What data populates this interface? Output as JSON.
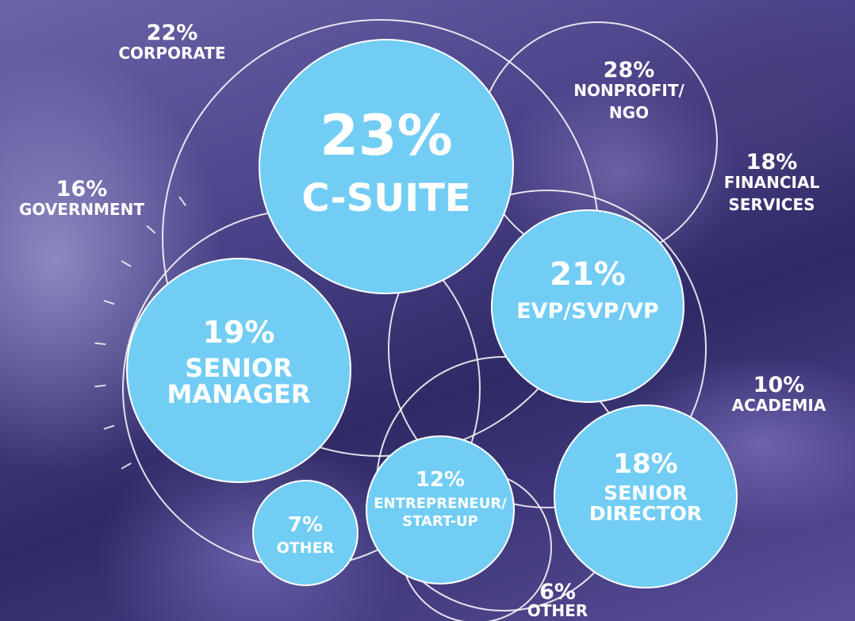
{
  "chart_data": [
    {
      "type": "bubble",
      "subject": "position",
      "series": [
        {
          "category": "C-SUITE",
          "value": 23,
          "value_label": "23%",
          "name_lines": [
            "C-SUITE"
          ],
          "color": "#72cdf4"
        },
        {
          "category": "EVP/SVP/VP",
          "value": 21,
          "value_label": "21%",
          "name_lines": [
            "EVP/SVP/VP"
          ],
          "color": "#72cdf4"
        },
        {
          "category": "SENIOR MANAGER",
          "value": 19,
          "value_label": "19%",
          "name_lines": [
            "SENIOR",
            "MANAGER"
          ],
          "color": "#72cdf4"
        },
        {
          "category": "SENIOR DIRECTOR",
          "value": 18,
          "value_label": "18%",
          "name_lines": [
            "SENIOR",
            "DIRECTOR"
          ],
          "color": "#72cdf4"
        },
        {
          "category": "ENTREPRENEUR/START-UP",
          "value": 12,
          "value_label": "12%",
          "name_lines": [
            "ENTREPRENEUR/",
            "START-UP"
          ],
          "color": "#72cdf4"
        },
        {
          "category": "OTHER",
          "value": 7,
          "value_label": "7%",
          "name_lines": [
            "OTHER"
          ],
          "color": "#72cdf4"
        }
      ]
    },
    {
      "type": "bubble-outline",
      "subject": "sector",
      "series": [
        {
          "category": "NONPROFIT/NGO",
          "value": 28,
          "value_label": "28%",
          "name_lines": [
            "NONPROFIT/",
            "NGO"
          ]
        },
        {
          "category": "CORPORATE",
          "value": 22,
          "value_label": "22%",
          "name_lines": [
            "CORPORATE"
          ]
        },
        {
          "category": "FINANCIAL SERVICES",
          "value": 18,
          "value_label": "18%",
          "name_lines": [
            "FINANCIAL",
            "SERVICES"
          ]
        },
        {
          "category": "GOVERNMENT",
          "value": 16,
          "value_label": "16%",
          "name_lines": [
            "GOVERNMENT"
          ]
        },
        {
          "category": "ACADEMIA",
          "value": 10,
          "value_label": "10%",
          "name_lines": [
            "ACADEMIA"
          ]
        },
        {
          "category": "OTHER",
          "value": 6,
          "value_label": "6%",
          "name_lines": [
            "OTHER"
          ]
        }
      ]
    }
  ],
  "colors": {
    "bubble_fill": "#72cdf4",
    "bubble_stroke": "#ffffff",
    "ring_stroke": "#ffffff"
  }
}
